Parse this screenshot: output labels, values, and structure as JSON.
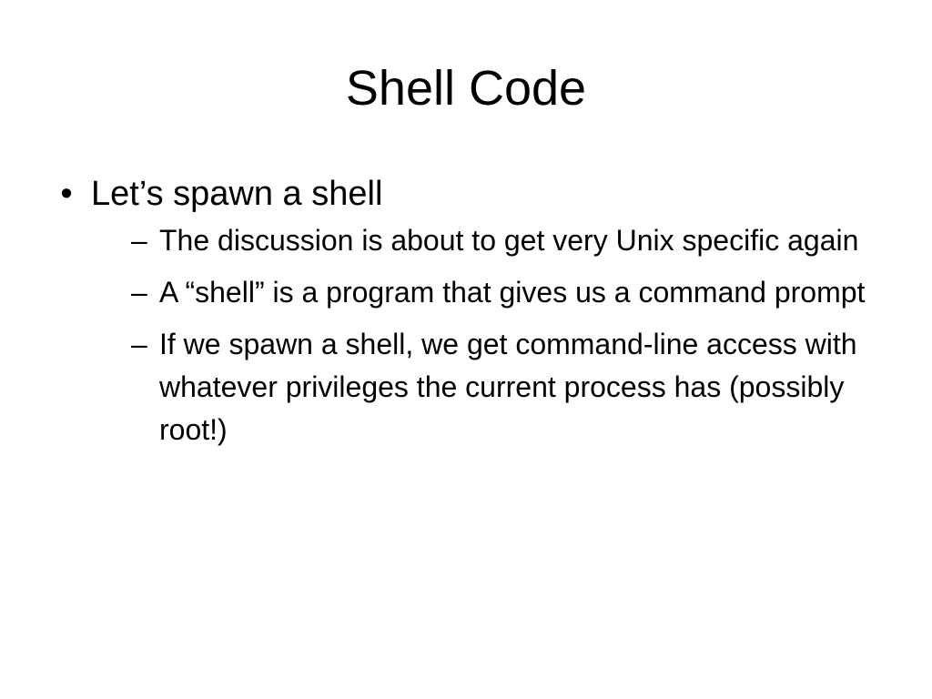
{
  "slide": {
    "title": "Shell Code",
    "bullets": [
      {
        "marker": "•",
        "text": "Let’s spawn a shell",
        "sub_marker": "–",
        "sub_items": [
          "The discussion is about to get very Unix specific again",
          "A “shell” is a program that gives us a command prompt",
          "If we spawn a shell, we get command-line access with whatever privileges the current process has (possibly root!)"
        ]
      }
    ]
  }
}
